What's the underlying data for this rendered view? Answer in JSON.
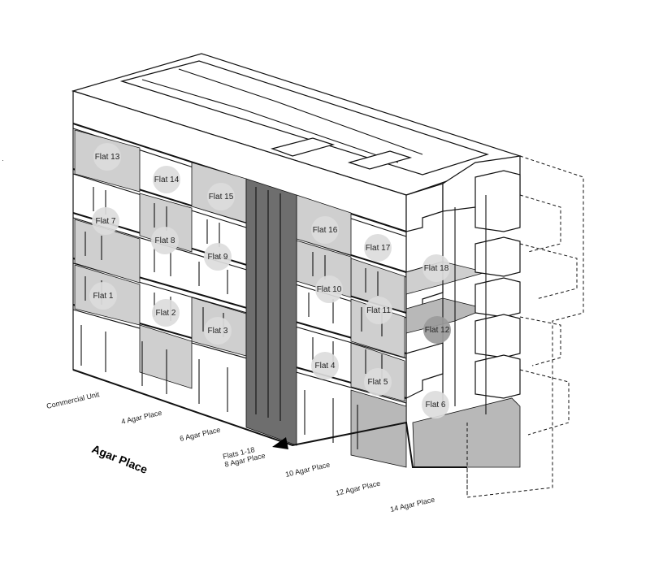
{
  "diagram": {
    "street_name": "Agar Place",
    "flats": [
      {
        "id": "flat-13",
        "label": "Flat 13",
        "highlight": "light"
      },
      {
        "id": "flat-14",
        "label": "Flat 14",
        "highlight": "light"
      },
      {
        "id": "flat-15",
        "label": "Flat 15",
        "highlight": "light"
      },
      {
        "id": "flat-16",
        "label": "Flat 16",
        "highlight": "light"
      },
      {
        "id": "flat-17",
        "label": "Flat 17",
        "highlight": "light"
      },
      {
        "id": "flat-18",
        "label": "Flat 18",
        "highlight": "light"
      },
      {
        "id": "flat-7",
        "label": "Flat 7",
        "highlight": "light"
      },
      {
        "id": "flat-8",
        "label": "Flat 8",
        "highlight": "light"
      },
      {
        "id": "flat-9",
        "label": "Flat 9",
        "highlight": "light"
      },
      {
        "id": "flat-10",
        "label": "Flat 10",
        "highlight": "light"
      },
      {
        "id": "flat-11",
        "label": "Flat 11",
        "highlight": "light"
      },
      {
        "id": "flat-12",
        "label": "Flat 12",
        "highlight": "dark"
      },
      {
        "id": "flat-1",
        "label": "Flat 1",
        "highlight": "light"
      },
      {
        "id": "flat-2",
        "label": "Flat 2",
        "highlight": "light"
      },
      {
        "id": "flat-3",
        "label": "Flat 3",
        "highlight": "light"
      },
      {
        "id": "flat-4",
        "label": "Flat 4",
        "highlight": "light"
      },
      {
        "id": "flat-5",
        "label": "Flat 5",
        "highlight": "light"
      },
      {
        "id": "flat-6",
        "label": "Flat 6",
        "highlight": "light"
      }
    ],
    "street_labels": [
      {
        "id": "commercial-unit",
        "lines": [
          "Commercial Unit"
        ]
      },
      {
        "id": "4-agar-place",
        "lines": [
          "4 Agar Place"
        ]
      },
      {
        "id": "6-agar-place",
        "lines": [
          "6 Agar Place"
        ]
      },
      {
        "id": "flats-1-18",
        "lines": [
          "Flats 1-18",
          "8 Agar Place"
        ]
      },
      {
        "id": "10-agar-place",
        "lines": [
          "10 Agar Place"
        ]
      },
      {
        "id": "12-agar-place",
        "lines": [
          "12 Agar Place"
        ]
      },
      {
        "id": "14-agar-place",
        "lines": [
          "14 Agar Place"
        ]
      }
    ],
    "colors": {
      "outline": "#111111",
      "shade_light": "#cfcfcf",
      "shade_mid": "#b8b8b8",
      "shade_dark": "#6e6e6e",
      "circle_fill": "#dcdcdc",
      "circle_dark": "#9a9a9a"
    }
  }
}
